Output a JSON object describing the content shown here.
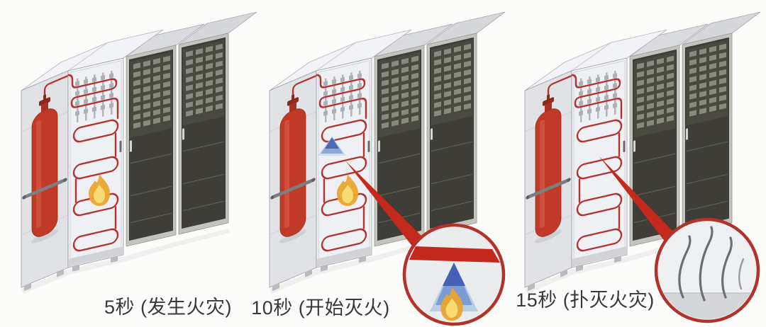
{
  "stages": [
    {
      "id": "stage-1",
      "time": "5秒",
      "event": "发生火灾",
      "label": "5秒 (发生火灾)",
      "scene": "cabinet with fire-detection tube, fire starts inside",
      "icons": [
        "fire-extinguisher-icon",
        "fire-detection-tube-icon",
        "flame-icon"
      ]
    },
    {
      "id": "stage-2",
      "time": "10秒",
      "event": "开始灭火",
      "label": "10秒 (开始灭火)",
      "scene": "tube bursts and sprays agent on the flame, magnified detail circle",
      "icons": [
        "fire-extinguisher-icon",
        "fire-detection-tube-icon",
        "spray-icon",
        "flame-icon",
        "magnifier-circle"
      ]
    },
    {
      "id": "stage-3",
      "time": "15秒",
      "event": "扑灭火灾",
      "label": "15秒 (扑灭火灾)",
      "scene": "fire is out, only smoke remains, magnified detail circle",
      "icons": [
        "fire-extinguisher-icon",
        "fire-detection-tube-icon",
        "smoke-icon",
        "magnifier-circle"
      ]
    }
  ],
  "colors": {
    "extinguisher_red": "#c13a28",
    "tube_red": "#b23333",
    "flame_orange": "#e9a52f",
    "flame_core_yellow": "#f8dc72",
    "spray_blue": "#4560b4",
    "callout_red": "#c5291d",
    "magnifier_border_red": "#b2332a",
    "cabinet_white": "#eef0f3",
    "cabinet_side": "#e1e2e6",
    "dark_door": "#3e3d38",
    "frame_gray": "#c3c4c0",
    "smoke_gray": "#6d6e76",
    "label_text": "#39393b",
    "background": "#fcfcfb"
  }
}
